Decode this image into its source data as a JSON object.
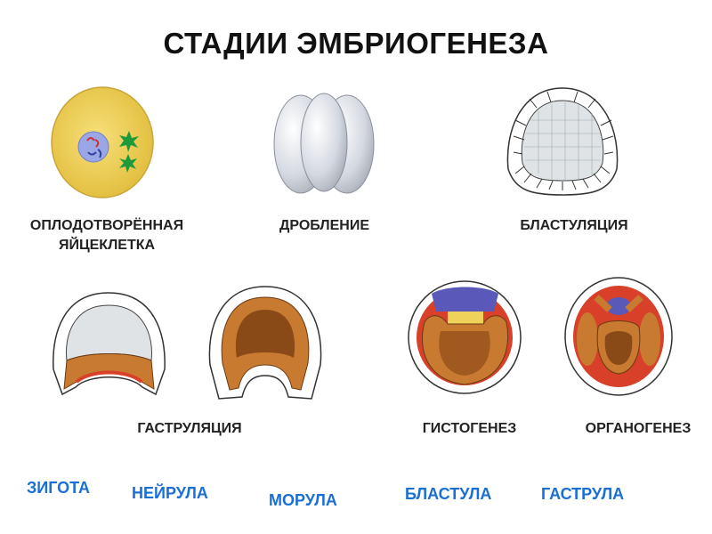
{
  "title": "СТАДИИ ЭМБРИОГЕНЕЗА",
  "stage_labels": {
    "fertilized_egg_line1": "ОПЛОДОТВОРЁННАЯ",
    "fertilized_egg_line2": "ЯЙЦЕКЛЕТКА",
    "cleavage": "ДРОБЛЕНИЕ",
    "blastulation": "БЛАСТУЛЯЦИЯ",
    "gastrulation": "ГАСТРУЛЯЦИЯ",
    "histogenesis": "ГИСТОГЕНЕЗ",
    "organogenesis": "ОРГАНОГЕНЕЗ"
  },
  "term_labels": {
    "zygote": "ЗИГОТА",
    "neurula": "НЕЙРУЛА",
    "morula": "МОРУЛА",
    "blastula": "БЛАСТУЛА",
    "gastrula": "ГАСТРУЛА"
  },
  "colors": {
    "term_blue": "#1a6fd6",
    "egg_yellow": "#efd25a",
    "nucleus_blue": "#9aa6e6",
    "centrosome_green": "#1f9a3a",
    "endoderm_orange": "#c87a30",
    "mesoderm_red": "#d8402a",
    "neural_purple": "#5a58b8"
  }
}
